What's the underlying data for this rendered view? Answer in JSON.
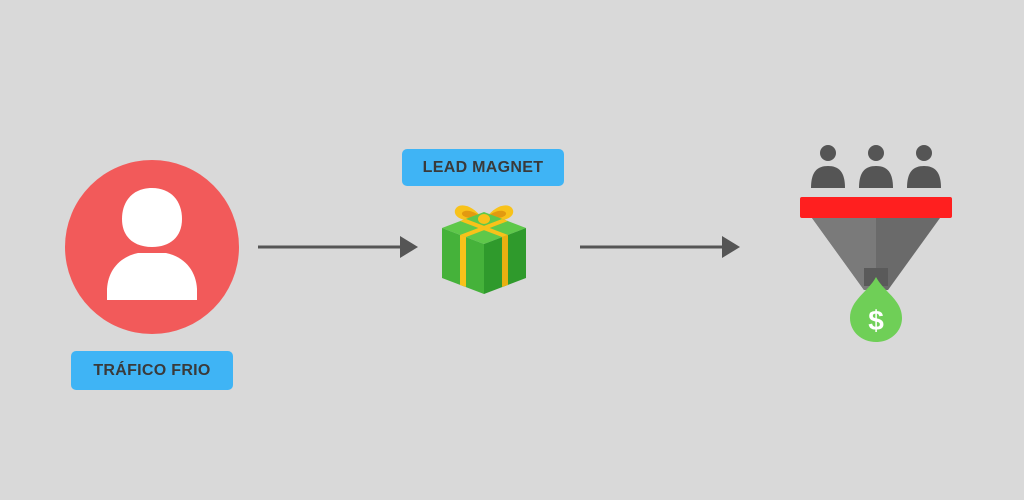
{
  "nodes": {
    "cold_traffic": {
      "label": "TRÁFICO FRIO",
      "icon": "user-avatar-icon",
      "color": "#f25a5a"
    },
    "lead_magnet": {
      "label": "LEAD MAGNET",
      "icon": "gift-box-icon",
      "color": "#3aa83a"
    },
    "sales_funnel": {
      "label": "",
      "icon": "funnel-icon",
      "color": "#ff1f1f",
      "symbol": "$"
    }
  },
  "edges": [
    {
      "from": "cold_traffic",
      "to": "lead_magnet",
      "icon": "arrow-right-icon"
    },
    {
      "from": "lead_magnet",
      "to": "sales_funnel",
      "icon": "arrow-right-icon"
    }
  ],
  "colors": {
    "background": "#d9d9d9",
    "badge": "#3fb4f5",
    "badge_text": "#3a3a3a",
    "arrow": "#555555"
  }
}
